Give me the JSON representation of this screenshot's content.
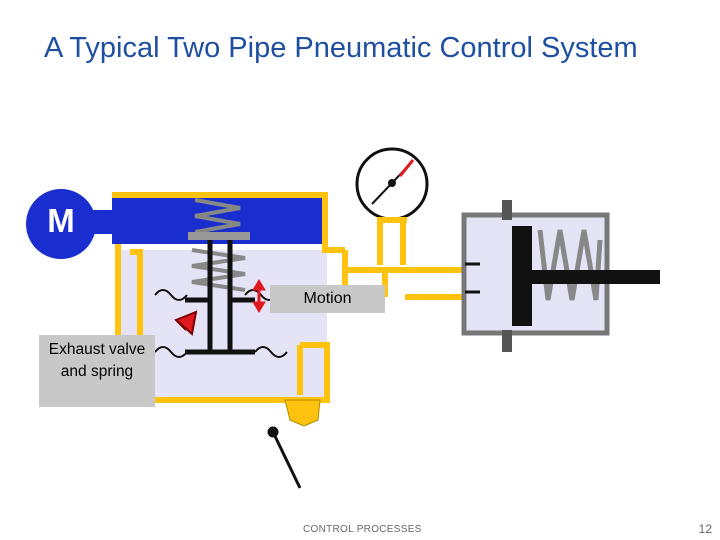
{
  "slide": {
    "title": "A Typical Two Pipe Pneumatic Control System",
    "footer": "CONTROL PROCESSES",
    "page_number": "12"
  },
  "diagram": {
    "motor_label": "M",
    "labels": {
      "motion": "Motion",
      "exhaust": "Exhaust valve and spring"
    }
  },
  "colors": {
    "title": "#1f4fa0",
    "pipe": "#ffc20e",
    "motor_blue": "#1a2ed0",
    "chamber_fill": "#e4e4f6",
    "label_bg": "#c8c8c8",
    "arrow_red": "#e0191e"
  }
}
